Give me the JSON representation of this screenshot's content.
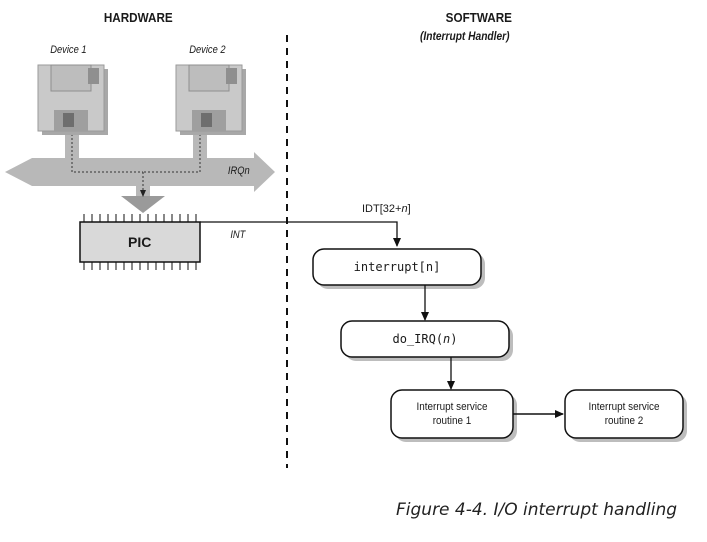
{
  "hardware_heading": "HARDWARE",
  "software_heading": "SOFTWARE",
  "software_subheading": "(Interrupt Handler)",
  "device1_label": "Device 1",
  "device2_label": "Device 2",
  "irq_label": "IRQn",
  "pic_label": "PIC",
  "int_label": "INT",
  "idt_label_prefix": "IDT[32+",
  "idt_label_var": "n",
  "idt_label_suffix": "]",
  "interrupt_box": "interrupt[n]",
  "do_irq_prefix": "do_IRQ(",
  "do_irq_var": "n",
  "do_irq_suffix": ")",
  "isr1_line1": "Interrupt service",
  "isr1_line2": "routine 1",
  "isr2_line1": "Interrupt service",
  "isr2_line2": "routine 2",
  "caption": "Figure 4-4. I/O interrupt handling",
  "colors": {
    "bus_gray": "#b8b8b8",
    "device_gray": "#c8c8c8",
    "device_dark": "#8a8a8a",
    "pic_fill": "#d9d9d9",
    "shadow": "#bdbdbd",
    "stroke": "#111111"
  }
}
